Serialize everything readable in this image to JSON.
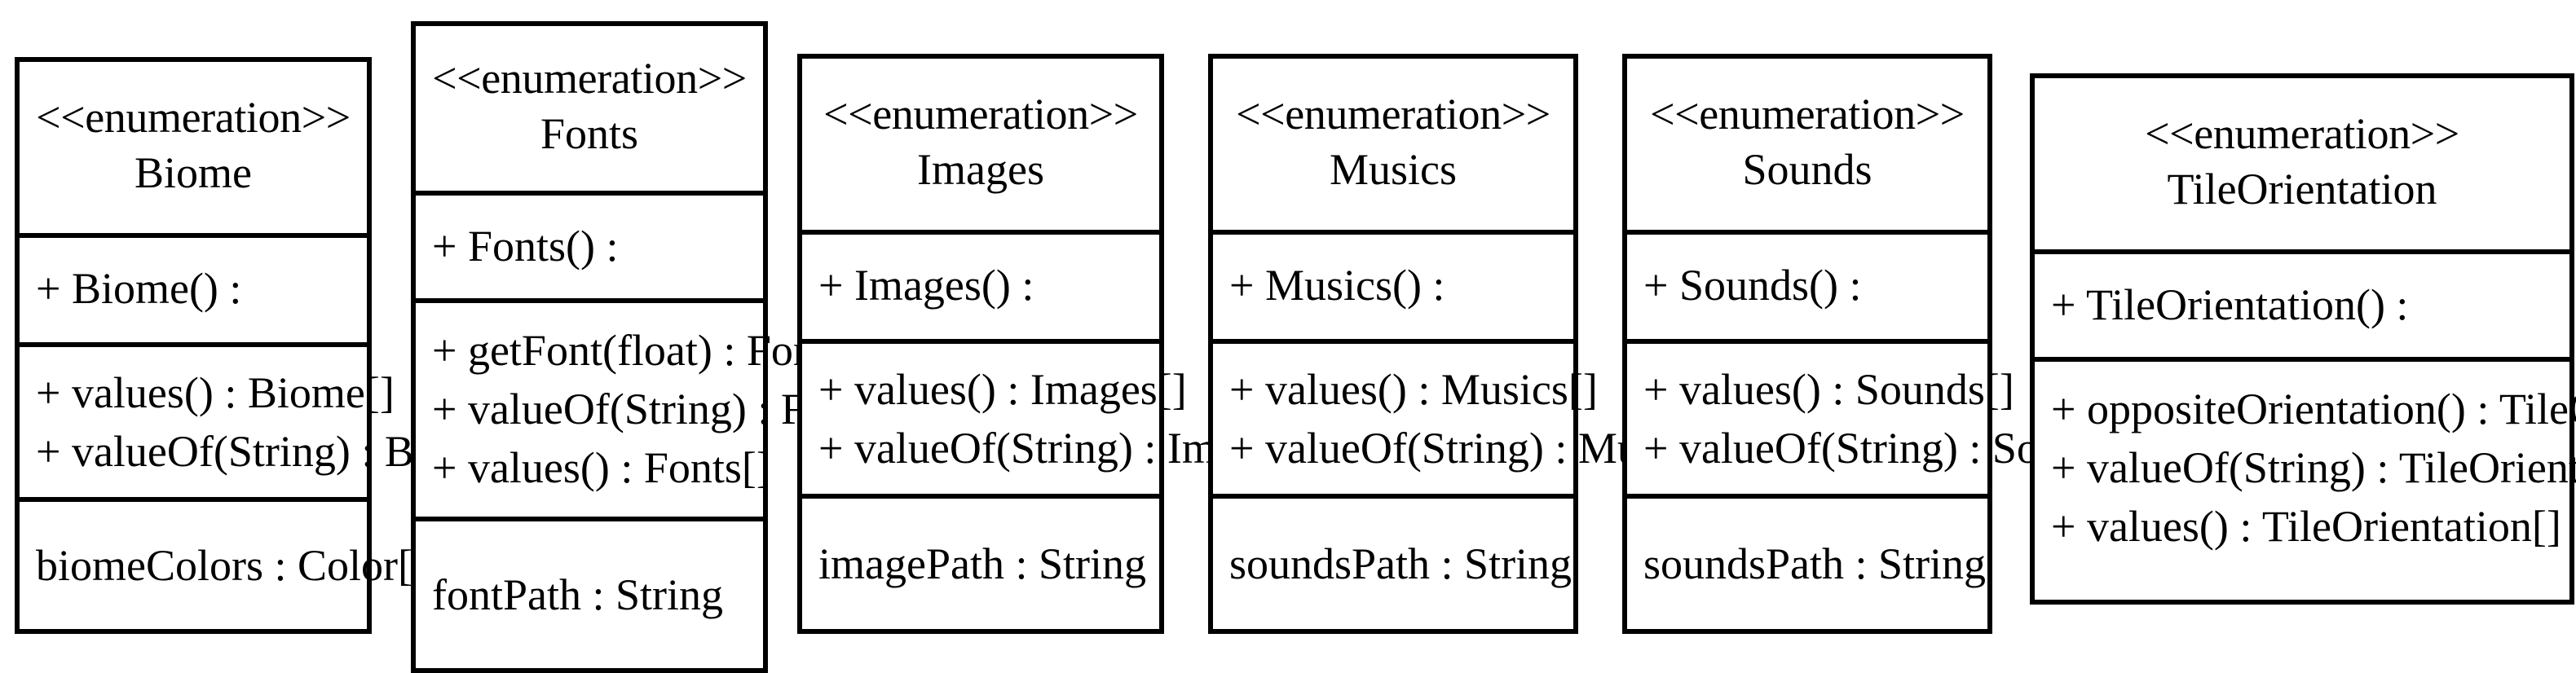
{
  "diagram": {
    "kind": "uml-class-diagram",
    "background_color": "#ffffff",
    "line_color": "#000000",
    "stereotype_label": "<<enumeration>>",
    "classes": [
      {
        "name": "Biome",
        "stereotype": "<<enumeration>>",
        "constructors": [
          "+ Biome() :"
        ],
        "methods": [
          "+ values() : Biome[]",
          "+ valueOf(String) : Biome"
        ],
        "attributes": [
          "biomeColors : Color[]"
        ]
      },
      {
        "name": "Fonts",
        "stereotype": "<<enumeration>>",
        "constructors": [
          "+ Fonts() :"
        ],
        "methods": [
          "+ getFont(float) : Font",
          "+ valueOf(String) : Fonts",
          "+ values() : Fonts[]"
        ],
        "attributes": [
          "fontPath : String"
        ]
      },
      {
        "name": "Images",
        "stereotype": "<<enumeration>>",
        "constructors": [
          "+ Images() :"
        ],
        "methods": [
          "+ values() : Images[]",
          "+ valueOf(String) : Images"
        ],
        "attributes": [
          "imagePath : String"
        ]
      },
      {
        "name": "Musics",
        "stereotype": "<<enumeration>>",
        "constructors": [
          "+ Musics() :"
        ],
        "methods": [
          "+ values() : Musics[]",
          "+ valueOf(String) : Musics"
        ],
        "attributes": [
          "soundsPath : String"
        ]
      },
      {
        "name": "Sounds",
        "stereotype": "<<enumeration>>",
        "constructors": [
          "+ Sounds() :"
        ],
        "methods": [
          "+ values() : Sounds[]",
          "+ valueOf(String) : Sounds"
        ],
        "attributes": [
          "soundsPath : String"
        ]
      },
      {
        "name": "TileOrientation",
        "stereotype": "<<enumeration>>",
        "constructors": [
          "+ TileOrientation() :"
        ],
        "methods": [
          "+ oppositeOrientation() : TileOrientation",
          "+ valueOf(String) : TileOrientation",
          "+ values() : TileOrientation[]"
        ],
        "attributes": []
      }
    ]
  }
}
